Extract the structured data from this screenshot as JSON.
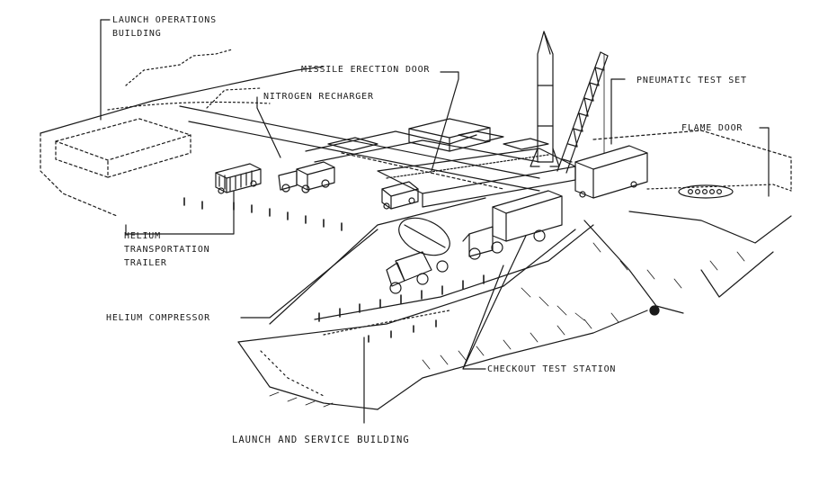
{
  "labels": {
    "launch_ops_line1": "LAUNCH OPERATIONS",
    "launch_ops_line2": "BUILDING",
    "missile_erection_door": "MISSILE ERECTION DOOR",
    "nitrogen_recharger": "NITROGEN RECHARGER",
    "pneumatic_test_set": "PNEUMATIC TEST SET",
    "flame_door": "FLAME DOOR",
    "helium_trailer_line1": "HELIUM",
    "helium_trailer_line2": "TRANSPORTATION",
    "helium_trailer_line3": "TRAILER",
    "helium_compressor": "HELIUM COMPRESSOR",
    "checkout_test_station": "CHECKOUT TEST STATION",
    "launch_service_building": "LAUNCH AND SERVICE BUILDING"
  },
  "colors": {
    "ink": "#1a1a1a",
    "paper": "#ffffff"
  }
}
